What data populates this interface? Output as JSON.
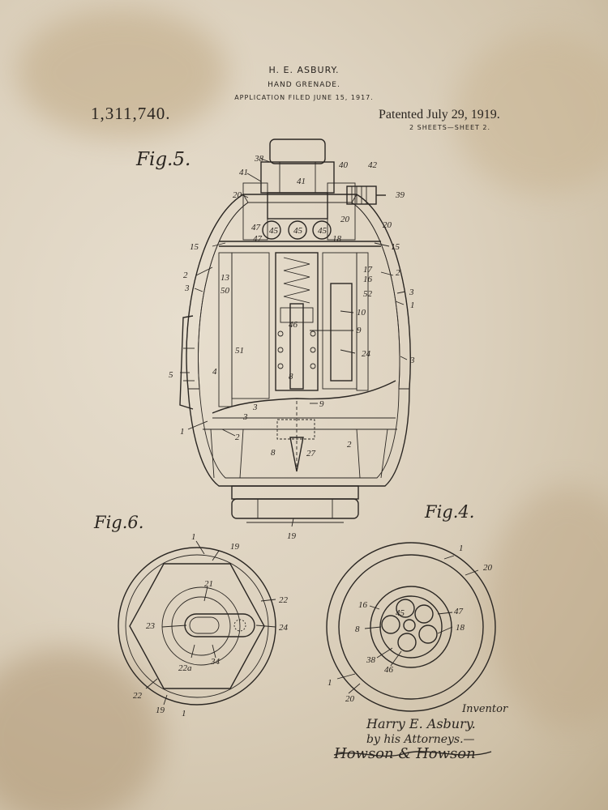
{
  "header": {
    "inventor": "H. E. ASBURY.",
    "title": "HAND GRENADE.",
    "filed": "APPLICATION FILED JUNE 15, 1917.",
    "patent_number": "1,311,740.",
    "patented": "Patented July 29, 1919.",
    "sheets": "2 SHEETS—SHEET 2."
  },
  "figures": {
    "fig5": "Fig.5.",
    "fig6": "Fig.6.",
    "fig4": "Fig.4."
  },
  "reference_numerals": {
    "fig5": [
      "38",
      "41",
      "40",
      "42",
      "39",
      "20",
      "41",
      "20",
      "47",
      "45",
      "45",
      "45",
      "47",
      "18",
      "20",
      "15",
      "15",
      "17",
      "16",
      "2",
      "13",
      "2",
      "50",
      "52",
      "3",
      "3",
      "1",
      "10",
      "46",
      "9",
      "5",
      "4",
      "51",
      "24",
      "3",
      "8",
      "3",
      "9",
      "3",
      "1",
      "2",
      "2",
      "8",
      "27",
      "19"
    ],
    "fig6": [
      "1",
      "19",
      "21",
      "22",
      "23",
      "24",
      "22a",
      "34",
      "22",
      "19",
      "1"
    ],
    "fig4": [
      "1",
      "20",
      "16",
      "47",
      "8",
      "18",
      "45",
      "38",
      "46",
      "1",
      "20"
    ]
  },
  "signature": {
    "inventor_label": "Inventor",
    "inventor_name": "Harry E. Asbury.",
    "attorneys_label": "by his Attorneys.—",
    "attorneys_name": "Howson & Howson"
  }
}
